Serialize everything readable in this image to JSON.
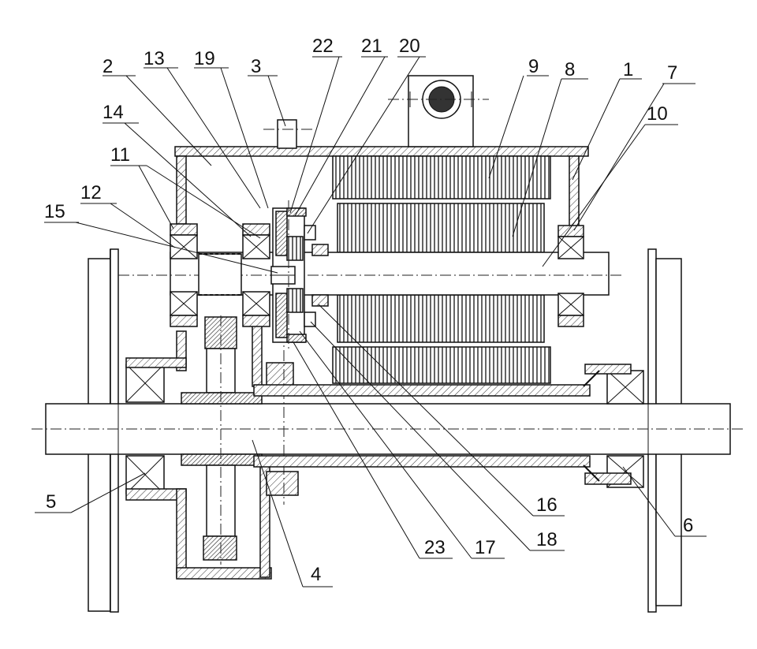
{
  "labels": {
    "n1": "1",
    "n2": "2",
    "n3": "3",
    "n4": "4",
    "n5": "5",
    "n6": "6",
    "n7": "7",
    "n8": "8",
    "n9": "9",
    "n10": "10",
    "n11": "11",
    "n12": "12",
    "n13": "13",
    "n14": "14",
    "n15": "15",
    "n16": "16",
    "n17": "17",
    "n18": "18",
    "n19": "19",
    "n20": "20",
    "n21": "21",
    "n22": "22",
    "n23": "23"
  }
}
